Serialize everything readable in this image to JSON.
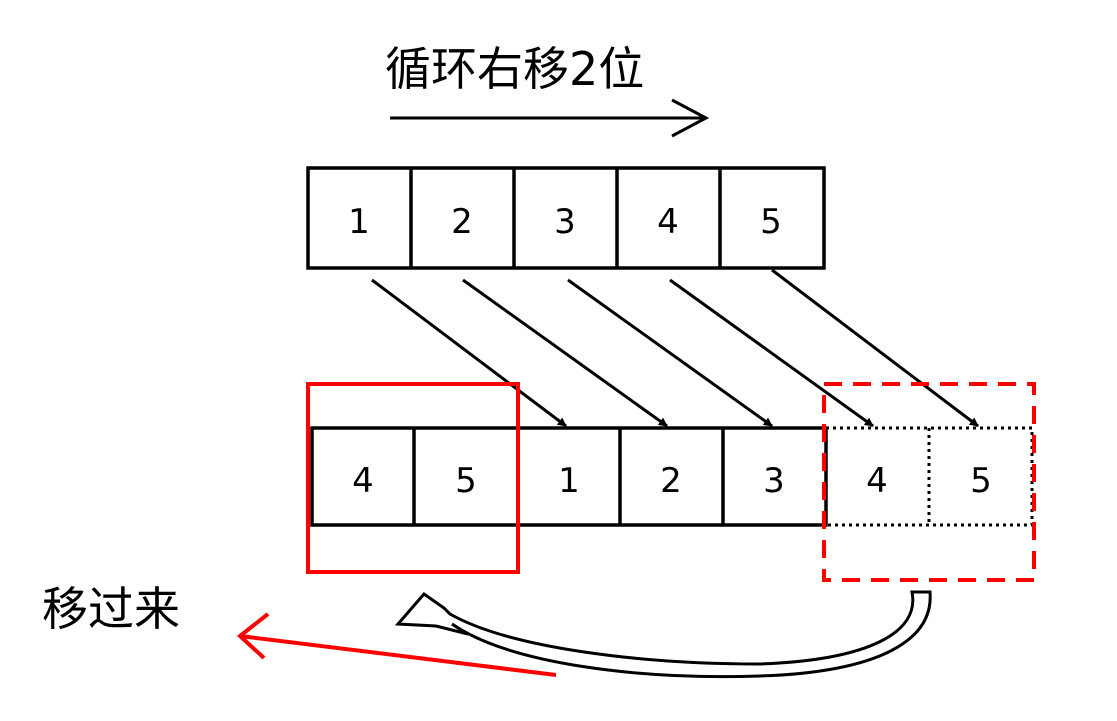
{
  "title": "循环右移2位",
  "moved_label": "移过来",
  "top_row": [
    "1",
    "2",
    "3",
    "4",
    "5"
  ],
  "bottom_row": [
    "4",
    "5",
    "1",
    "2",
    "3"
  ],
  "overflow_row": [
    "4",
    "5"
  ],
  "colors": {
    "ink": "#000000",
    "highlight": "#ff0000",
    "background": "#ffffff"
  }
}
